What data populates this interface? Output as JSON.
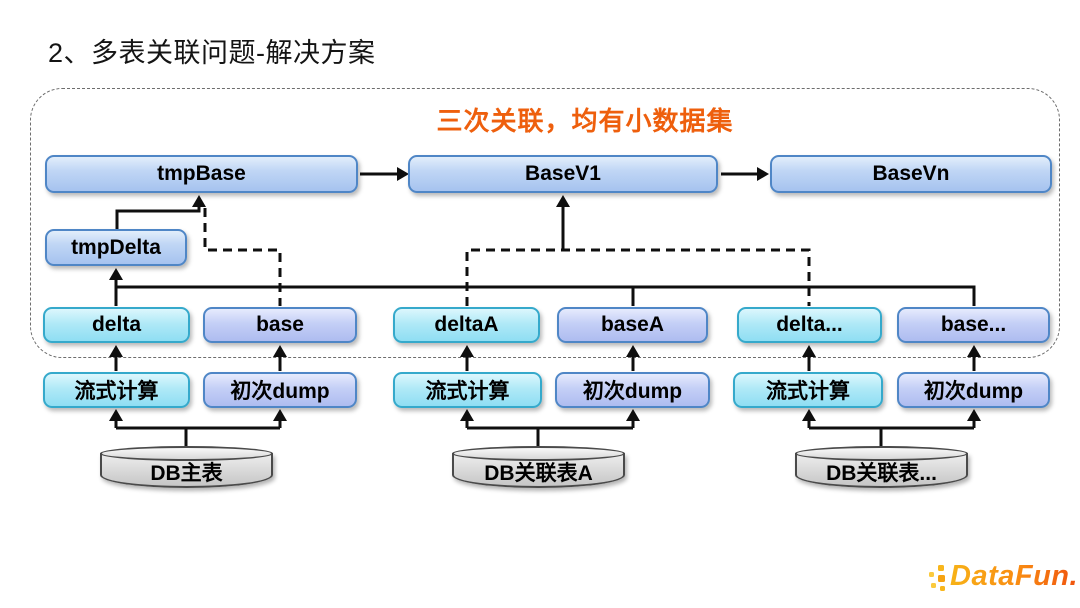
{
  "page": {
    "title": "2、多表关联问题-解决方案"
  },
  "diagram": {
    "note": "三次关联，均有小数据集",
    "top_row": [
      {
        "label": "tmpBase"
      },
      {
        "label": "BaseV1"
      },
      {
        "label": "BaseVn"
      }
    ],
    "tmp_delta": {
      "label": "tmpDelta"
    },
    "source_row": [
      {
        "label": "delta"
      },
      {
        "label": "base"
      },
      {
        "label": "deltaA"
      },
      {
        "label": "baseA"
      },
      {
        "label": "delta..."
      },
      {
        "label": "base..."
      }
    ],
    "process_row": [
      {
        "label": "流式计算"
      },
      {
        "label": "初次dump"
      },
      {
        "label": "流式计算"
      },
      {
        "label": "初次dump"
      },
      {
        "label": "流式计算"
      },
      {
        "label": "初次dump"
      }
    ],
    "db_row": [
      {
        "label": "DB主表"
      },
      {
        "label": "DB关联表A"
      },
      {
        "label": "DB关联表..."
      }
    ]
  },
  "colors": {
    "note_orange": "#ee5f0d",
    "blue_box_border": "#4f86c6",
    "cyan_box_border": "#35a9cb",
    "line_black": "#0f0f0f",
    "logo_gradient_start": "#f7b217",
    "logo_gradient_end": "#ef520e"
  },
  "logo": {
    "text": "DataFun."
  }
}
